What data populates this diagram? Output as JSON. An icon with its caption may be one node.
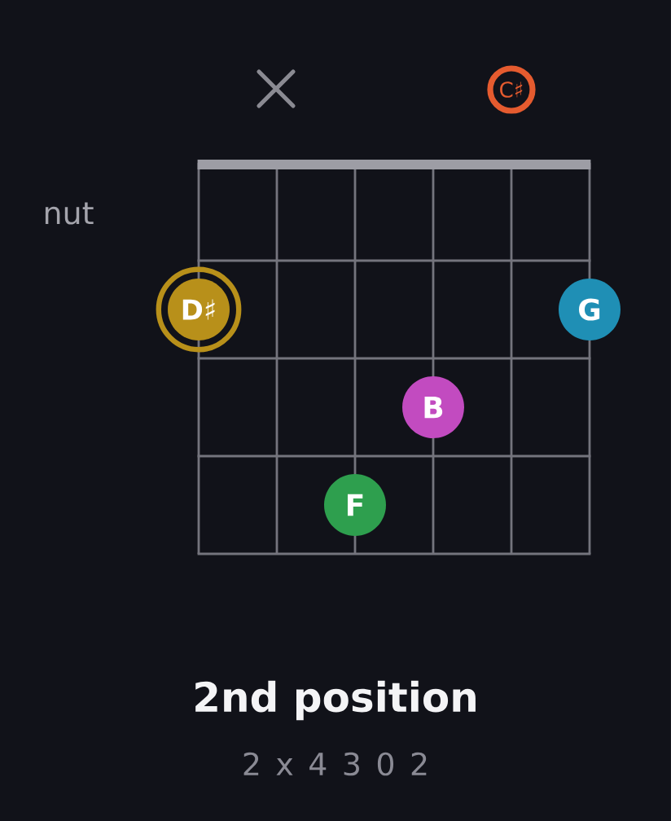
{
  "diagram": {
    "title": "2nd position",
    "nodes": [
      {
        "text": [
          "C♯"
        ]
      },
      {
        "text": [
          "D♯"
        ]
      },
      {
        "text": [
          "G"
        ]
      },
      {
        "text": [
          "B"
        ]
      },
      {
        "text": [
          "F"
        ]
      }
    ],
    "labels": [
      "nut",
      "2 x 4 3 0 2"
    ]
  }
}
